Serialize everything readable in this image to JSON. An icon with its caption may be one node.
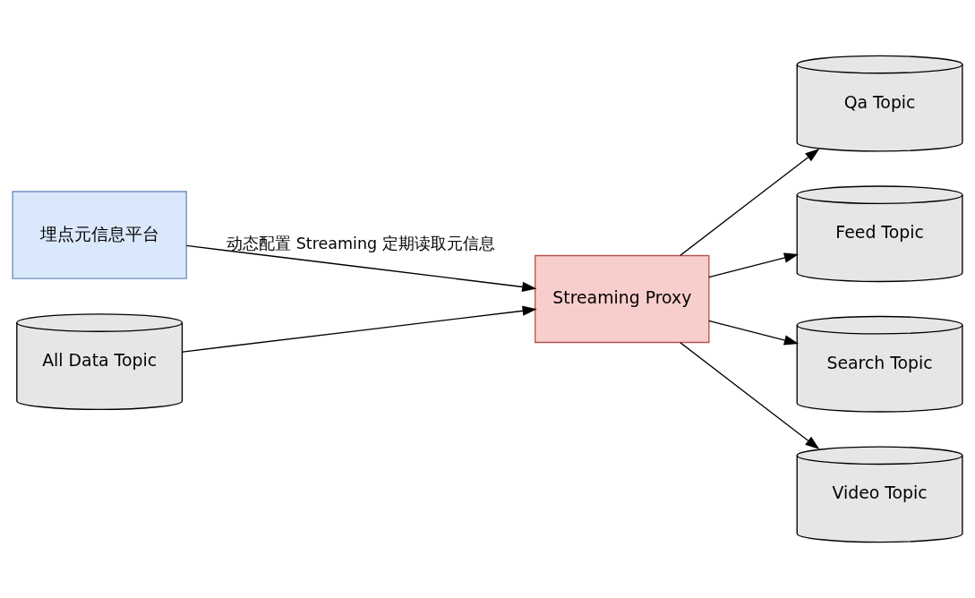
{
  "diagram": {
    "nodes": [
      {
        "text": [
          "埋点元信息平台"
        ]
      },
      {
        "text": [
          "All Data Topic"
        ]
      },
      {
        "text": [
          "Streaming Proxy"
        ]
      },
      {
        "text": [
          "Qa Topic"
        ]
      },
      {
        "text": [
          "Feed Topic"
        ]
      },
      {
        "text": [
          "Search Topic"
        ]
      },
      {
        "text": [
          "Video Topic"
        ]
      }
    ],
    "edges": [
      {
        "from": 0,
        "to": 2,
        "arrow": "to",
        "label": "动态配置 Streaming 定期读取元信息"
      },
      {
        "from": 1,
        "to": 2,
        "arrow": "to"
      },
      {
        "from": 2,
        "to": 3,
        "arrow": "to"
      },
      {
        "from": 2,
        "to": 4,
        "arrow": "to"
      },
      {
        "from": 2,
        "to": 5,
        "arrow": "to"
      },
      {
        "from": 2,
        "to": 6,
        "arrow": "to"
      }
    ]
  }
}
